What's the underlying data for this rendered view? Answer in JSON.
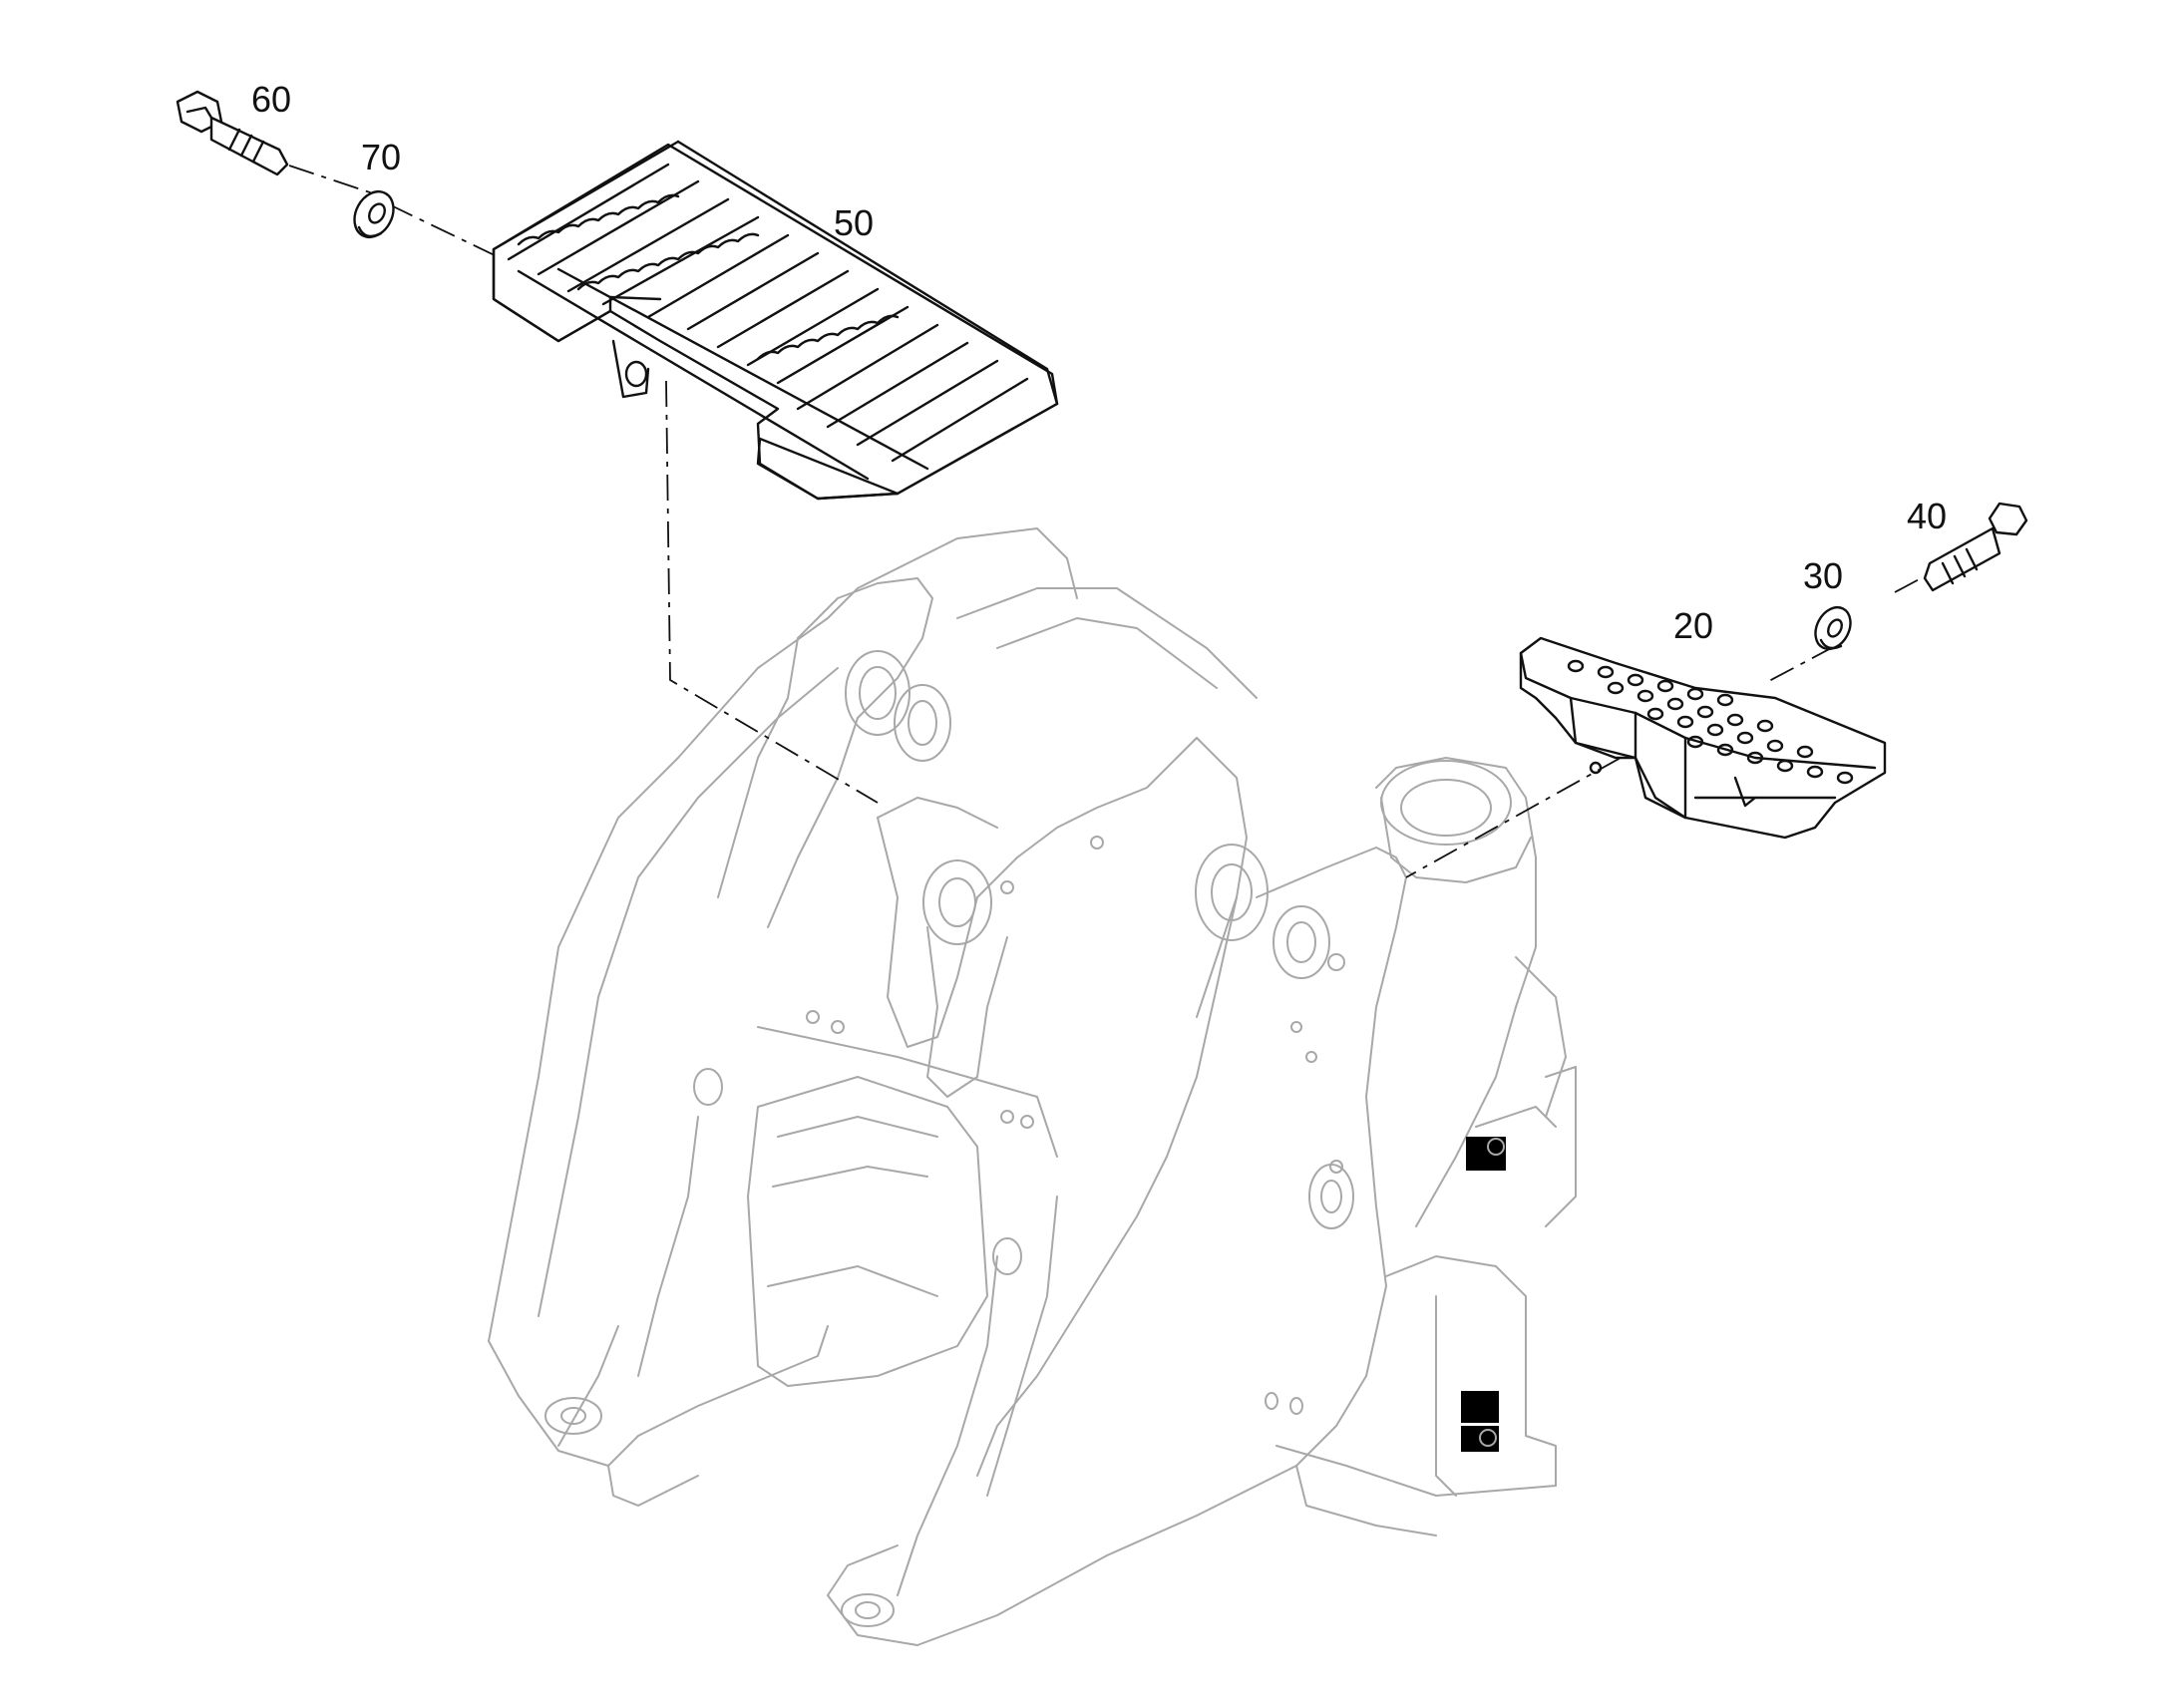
{
  "callouts": {
    "c20": "20",
    "c30": "30",
    "c40": "40",
    "c50": "50",
    "c60": "60",
    "c70": "70"
  },
  "colors": {
    "part_stroke": "#111111",
    "frame_stroke": "#a8a8a8",
    "background": "#ffffff"
  }
}
